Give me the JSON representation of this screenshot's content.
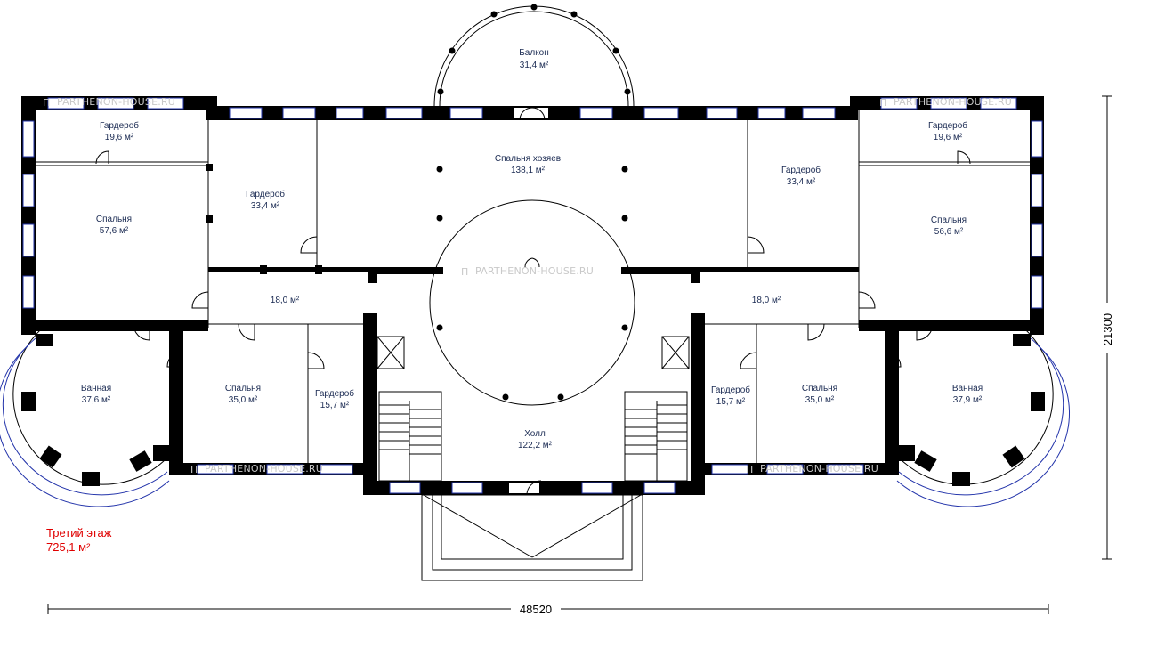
{
  "watermark": "PARTHENON-HOUSE.RU",
  "floor": {
    "name": "Третий этаж",
    "area": "725,1 м²"
  },
  "dimensions": {
    "width": "48520",
    "height": "21300"
  },
  "rooms": {
    "balcony": {
      "name": "Балкон",
      "area": "31,4 м²"
    },
    "master_bedroom": {
      "name": "Спальня хозяев",
      "area": "138,1 м²"
    },
    "wardrobe_tl": {
      "name": "Гардероб",
      "area": "19,6 м²"
    },
    "wardrobe_tl2": {
      "name": "Гардероб",
      "area": "33,4 м²"
    },
    "bedroom_l": {
      "name": "Спальня",
      "area": "57,6 м²"
    },
    "corridor_l": {
      "area": "18,0 м²"
    },
    "bath_l": {
      "name": "Ванная",
      "area": "37,6 м²"
    },
    "bedroom_l2": {
      "name": "Спальня",
      "area": "35,0 м²"
    },
    "wardrobe_l3": {
      "name": "Гардероб",
      "area": "15,7 м²"
    },
    "hall": {
      "name": "Холл",
      "area": "122,2 м²"
    },
    "wardrobe_r3": {
      "name": "Гардероб",
      "area": "15,7 м²"
    },
    "bedroom_r2": {
      "name": "Спальня",
      "area": "35,0 м²"
    },
    "bath_r": {
      "name": "Ванная",
      "area": "37,9 м²"
    },
    "corridor_r": {
      "area": "18,0 м²"
    },
    "wardrobe_tr2": {
      "name": "Гардероб",
      "area": "33,4 м²"
    },
    "wardrobe_tr": {
      "name": "Гардероб",
      "area": "19,6 м²"
    },
    "bedroom_r": {
      "name": "Спальня",
      "area": "56,6 м²"
    }
  },
  "colors": {
    "wall": "#000000",
    "window": "#2233aa",
    "label": "#1a2a52",
    "floor_note": "#e00000",
    "watermark": "#c9c9c9"
  }
}
